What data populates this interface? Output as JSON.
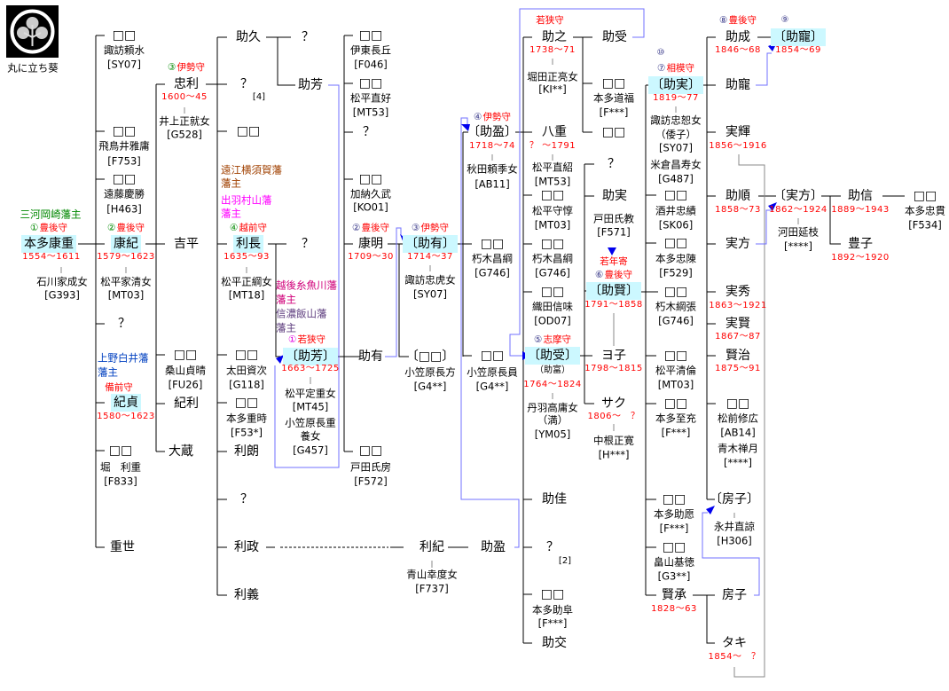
{
  "crest": {
    "label": "丸に立ち葵"
  },
  "c1": {
    "domain": "三河岡崎藩主",
    "title": {
      "num": "①",
      "title": "豊後守"
    },
    "name": "本多康重",
    "years": "1554〜1611",
    "sp": "石川家成女",
    "spc": "[G393]"
  },
  "c2": {
    "a": "□□",
    "a1": "諏訪頼水",
    "a2": "[SY07]",
    "b": "□□",
    "b1": "飛鳥井雅庸",
    "b2": "[F753]",
    "c": "□□",
    "c1": "遠藤慶勝",
    "c2": "[H463]",
    "title": {
      "num": "②",
      "title": "豊後守"
    },
    "name": "康紀",
    "years": "1579〜1623",
    "sp": "松平家清女",
    "spc": "[MT03]",
    "q": "？",
    "dom1": "上野白井藩",
    "dom2": "藩主",
    "t2": "備前守",
    "name2": "紀貞",
    "years2": "1580〜1623",
    "d": "□□",
    "d1": "堀　利重",
    "d2": "[F833]",
    "e": "重世"
  },
  "c3": {
    "title": {
      "num": "③",
      "title": "伊勢守"
    },
    "name": "忠利",
    "years": "1600〜45",
    "sp": "井上正就女",
    "spc": "[G528]",
    "b": "吉平",
    "c": "□□",
    "c1": "桑山貞晴",
    "c2": "[FU26]",
    "d": "紀利",
    "e": "大蔵"
  },
  "c4": {
    "a": "助久",
    "aq": "？",
    "ab": "助芳",
    "b": "？",
    "bn": "[4]",
    "c": "□□",
    "dom1": "遠江横須賀藩",
    "dom2": "藩主",
    "dom3": "出羽村山藩",
    "dom4": "藩主",
    "title": {
      "num": "④",
      "title": "越前守"
    },
    "name": "利長",
    "years": "1635〜93",
    "sp": "松平正綱女",
    "spc": "[MT18]",
    "q2": "？",
    "dom5": "越後糸魚川藩",
    "dom6": "藩主",
    "dom7": "信濃飯山藩",
    "dom8": "藩主",
    "t2": {
      "num": "①",
      "title": "若狭守"
    },
    "name2": "〔助芳〕",
    "years2": "1663〜1725",
    "sp2": "松平定重女",
    "sp2c": "[MT45]",
    "sp3": "小笠原長重",
    "sp3b": "養女",
    "sp3c": "[G457]",
    "e": "□□",
    "e1": "太田資次",
    "e2": "[G118]",
    "f": "□□",
    "f1": "本多重時",
    "f2": "[F53*]",
    "g": "利朗",
    "h": "？",
    "i": "利政",
    "j": "利義"
  },
  "c5": {
    "a": "□□",
    "a1": "伊東長丘",
    "a2": "[F046]",
    "b": "□□",
    "b1": "松平直好",
    "b2": "[MT53]",
    "c": "？",
    "d": "□□",
    "d1": "加納久武",
    "d2": "[KO01]",
    "title": {
      "num": "②",
      "title": "豊後守"
    },
    "name": "康明",
    "years": "1709〜30",
    "e": "助有",
    "f": "□□",
    "f1": "戸田氏房",
    "f2": "[F572]",
    "g": "利紀",
    "g1": "青山幸度女",
    "g2": "[F737]"
  },
  "c6": {
    "title": {
      "num": "③",
      "title": "伊勢守"
    },
    "name": "〔助有〕",
    "years": "1714〜37",
    "sp": "諏訪忠虎女",
    "spc": "[SY07]",
    "b": "〔□□〕",
    "b1": "小笠原長方",
    "b2": "[G4**]",
    "c": "助盈"
  },
  "c7": {
    "title": {
      "num": "④",
      "title": "伊勢守"
    },
    "name": "〔助盈〕",
    "years": "1718〜74",
    "sp": "秋田頼季女",
    "spc": "[AB11]",
    "b": "□□",
    "b1": "朽木昌綱",
    "b2": "[G746]",
    "c": "□□",
    "c1": "小笠原長員",
    "c2": "[G4**]"
  },
  "c8": {
    "t0": "若狭守",
    "a": "助之",
    "ay": "1738〜71",
    "a1": "堀田正亮女",
    "a2": "[KI**]",
    "b": "八重",
    "by": "？ 〜1791",
    "b1": "松平直紹",
    "b2": "[MT53]",
    "c": "□□",
    "c1": "松平守惇",
    "c2": "[MT03]",
    "d": "□□",
    "d1": "朽木昌綱",
    "d2": "[G746]",
    "e": "□□",
    "e1": "織田信味",
    "e2": "[OD07]",
    "title": {
      "num": "⑤",
      "title": "志摩守"
    },
    "name": "〔助受〕",
    "alias": "（助富）",
    "years": "1764〜1824",
    "sp": "丹羽高庸女",
    "sp2": "（満）",
    "spc": "[YM05]",
    "f": "助佳",
    "g": "？",
    "gn": "[2]",
    "h": "□□",
    "h1": "本多助阜",
    "h2": "[F***]",
    "i": "助交"
  },
  "c9": {
    "a": "助受",
    "b": "□□",
    "b1": "本多道福",
    "b2": "[F***]",
    "c": "□□",
    "d": "？",
    "e": "助実",
    "e1": "戸田氏教",
    "e2": "[F571]",
    "t1": "若年寄",
    "title": {
      "num": "⑥",
      "title": "豊後守"
    },
    "name": "〔助賢〕",
    "years": "1791〜1858",
    "f": "ヨ子",
    "fy": "1798〜1815",
    "g": "サク",
    "gy": "1806〜　？",
    "g1": "中根正寛",
    "g2": "[H***]"
  },
  "c10": {
    "n10": "⑩",
    "title": {
      "num": "⑦",
      "title": "相模守"
    },
    "name": "〔助実〕",
    "years": "1819〜77",
    "sp": "諏訪忠恕女",
    "sp2": "（倭子）",
    "spc": "[SY07]",
    "sp3": "米倉昌寿女",
    "sp3c": "[G487]",
    "a": "□□",
    "a1": "酒井忠績",
    "a2": "[SK06]",
    "b": "□□",
    "b1": "本多忠陳",
    "b2": "[F529]",
    "c": "□□",
    "c1": "朽木綱張",
    "c2": "[G746]",
    "d": "□□",
    "d1": "松平清倫",
    "d2": "[MT03]",
    "e": "□□",
    "e1": "本多至充",
    "e2": "[F***]",
    "f": "□□",
    "f1": "本多助愿",
    "f2": "[F***]",
    "g": "□□",
    "g1": "畠山基徳",
    "g2": "[G3**]",
    "h": "賢承",
    "hy": "1828〜63"
  },
  "c11": {
    "title": {
      "num": "⑧",
      "title": "豊後守"
    },
    "a": "助成",
    "ay": "1846〜68",
    "b": "助寵",
    "c": "実輝",
    "cy": "1856〜1916",
    "d": "助順",
    "dy": "1858〜73",
    "e": "実方",
    "f": "実秀",
    "fy": "1863〜1921",
    "g": "実賢",
    "gy": "1867〜87",
    "h": "賢治",
    "hy": "1875〜91",
    "i": "□□",
    "i1": "松前修広",
    "i2": "[AB14]",
    "i3": "青木禅月",
    "i4": "[****]",
    "j": "〔房子〕",
    "j1": "永井直諒",
    "j2": "[H306]",
    "k": "房子",
    "l": "タキ",
    "ly": "1854〜　？"
  },
  "c12": {
    "n9": "⑨",
    "a": "〔助寵〕",
    "ay": "1854〜69",
    "b": "〔実方〕",
    "by": "1862〜1924",
    "b1": "河田延枝",
    "b2": "[****]"
  },
  "c13": {
    "a": "助信",
    "ay": "1889〜1943",
    "b": "豊子",
    "by": "1892〜1920",
    "c": "□□",
    "c1": "本多忠貫",
    "c2": "[F534]"
  }
}
